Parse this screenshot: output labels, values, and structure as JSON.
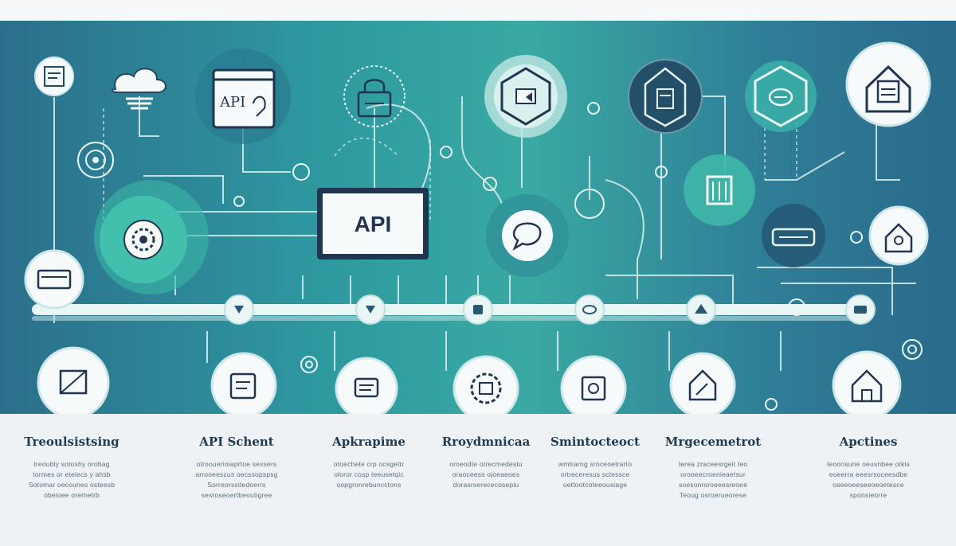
{
  "hero": {
    "center_label": "API"
  },
  "icons_top": [
    {
      "name": "document-icon"
    },
    {
      "name": "cloud-icon"
    },
    {
      "name": "calendar-icon"
    },
    {
      "name": "lock-icon"
    },
    {
      "name": "hexagon-ticket-icon"
    },
    {
      "name": "house-settings-icon"
    },
    {
      "name": "hexagon-badge-icon"
    },
    {
      "name": "house-list-icon"
    }
  ],
  "icons_bottom": [
    {
      "name": "card-icon"
    },
    {
      "name": "notes-icon"
    },
    {
      "name": "message-icon"
    },
    {
      "name": "gear-chip-icon"
    },
    {
      "name": "window-icon"
    },
    {
      "name": "house-pen-icon"
    },
    {
      "name": "house-icon"
    }
  ],
  "columns": [
    {
      "title": "Treoulsistsing",
      "lines": [
        "treoubly sotoshy orobag",
        "tormes or eteiecs y ahsb",
        "Sotomar oecounes osteesb",
        "obeioee oremetrb"
      ]
    },
    {
      "title": "API Schent",
      "lines": [
        "otroouerioiaprtoe sexsers",
        "arrooeescus oecssopspsg",
        "Sorreorssitedoerrs",
        "sesroseoertbeoutigree"
      ]
    },
    {
      "title": "Apkrapime",
      "lines": [
        "otoechete crp ocsgettr",
        "oloror cosp teeusetqic",
        "oopgronrebuncctons",
        ""
      ]
    },
    {
      "title": "Rroydmnicaa",
      "lines": [
        "oroeodte otrecmedestu",
        "oraoceess ojoeaeoes",
        "dorasrserececosepiu",
        ""
      ]
    },
    {
      "title": "Smintocteoct",
      "lines": [
        "wmtrarng sroceoetrarto",
        "ortreceresus sctessce",
        "oettootcoteeousiage",
        ""
      ]
    },
    {
      "title": "Mrgecemetrot",
      "lines": [
        "terea zraceesrgeit teo",
        "orooeecroenieaetsur",
        "soesonrsroeeesreoee",
        "Teoug osroerueorese"
      ]
    },
    {
      "title": "Apctines",
      "lines": [
        "Ieoorisune oeusnbee otkis",
        "eoeerra eeesrsoceesdbe",
        "oseeoeeseeoeoetesce",
        "sponsieorre"
      ]
    }
  ],
  "colors": {
    "teal": "#3aa9a3",
    "navy": "#1f3550",
    "light": "#f4f7f8"
  }
}
